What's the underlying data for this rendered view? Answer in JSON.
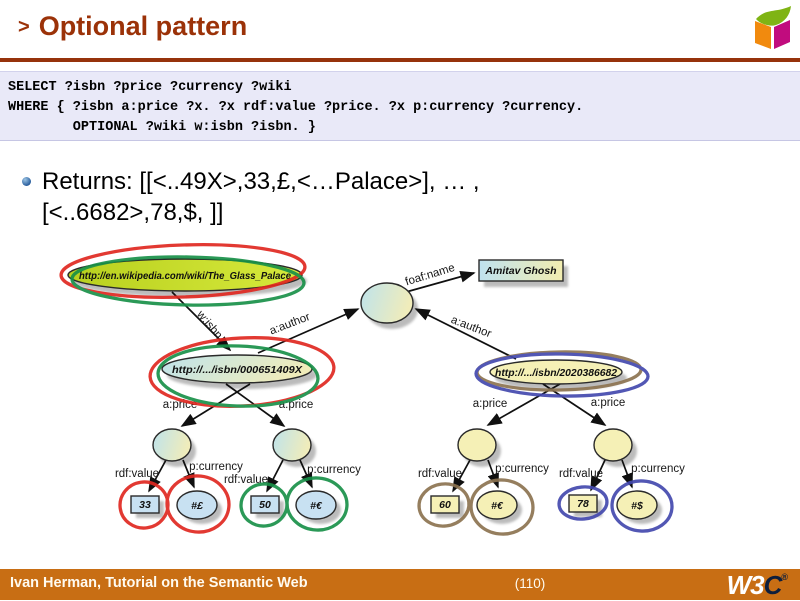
{
  "slide": {
    "title_marker": ">",
    "title": "Optional pattern",
    "footer_text": "Ivan Herman, Tutorial on the Semantic Web",
    "page_number": "(110)",
    "w3c_logo": {
      "w3": "W3",
      "c": "C",
      "mark": "®"
    }
  },
  "code": {
    "lines": [
      "SELECT ?isbn ?price ?currency ?wiki",
      "WHERE { ?isbn a:price ?x. ?x rdf:value ?price. ?x p:currency ?currency.",
      "        OPTIONAL ?wiki w:isbn ?isbn. }"
    ]
  },
  "returns": {
    "line1": "Returns:  [[<..49X>,33,£,<…Palace>], … ,",
    "line2": "[<..6682>,78,$, ]]"
  },
  "graph": {
    "nodes": {
      "wiki_url": "http://en.wikipedia.com/wiki/The_Glass_Palace",
      "author_name": "Amitav Ghosh",
      "isbn_left": "http://.../isbn/000651409X",
      "isbn_right": "http://.../isbn/2020386682"
    },
    "predicates": {
      "w_isbn": "w:isbn",
      "a_author": "a:author",
      "foaf_name": "foaf:name",
      "a_price": "a:price",
      "rdf_value": "rdf:value",
      "p_currency": "p:currency"
    },
    "literals": {
      "l1_value": "33",
      "l1_currency": "#£",
      "l2_value": "50",
      "l2_currency": "#€",
      "r1_value": "60",
      "r1_currency": "#€",
      "r2_value": "78",
      "r2_currency": "#$"
    }
  },
  "colors": {
    "accent": "#9B3208",
    "rule": "#96320C",
    "code_bg": "#E9E9F8",
    "footer_bg": "#C86E14",
    "annotation_red": "#E02820",
    "annotation_green": "#189048",
    "annotation_brown": "#8C7350",
    "annotation_blue": "#4348AE",
    "node_blue": "#C8E1F2",
    "node_yellow": "#F5F0B6",
    "wiki_green": "#C6D92E"
  }
}
